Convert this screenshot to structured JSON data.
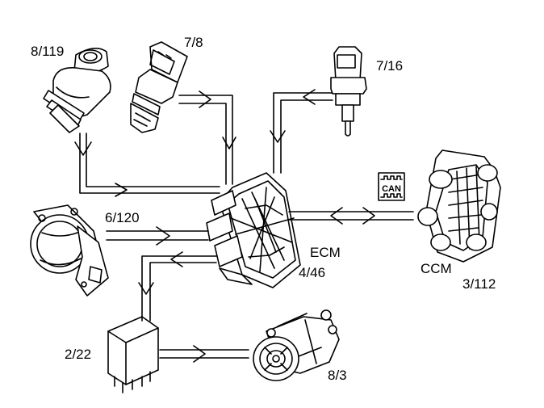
{
  "labels": {
    "pressure_switch": "8/119",
    "pressure_sensor": "7/8",
    "temp_sensor": "7/16",
    "throttle": "6/120",
    "ecm_name": "ECM",
    "ecm_code": "4/46",
    "ccm_name": "CCM",
    "ccm_code": "3/112",
    "relay": "2/22",
    "compressor": "8/3",
    "can": "CAN"
  },
  "colors": {
    "line": "#000000",
    "background": "#ffffff"
  }
}
